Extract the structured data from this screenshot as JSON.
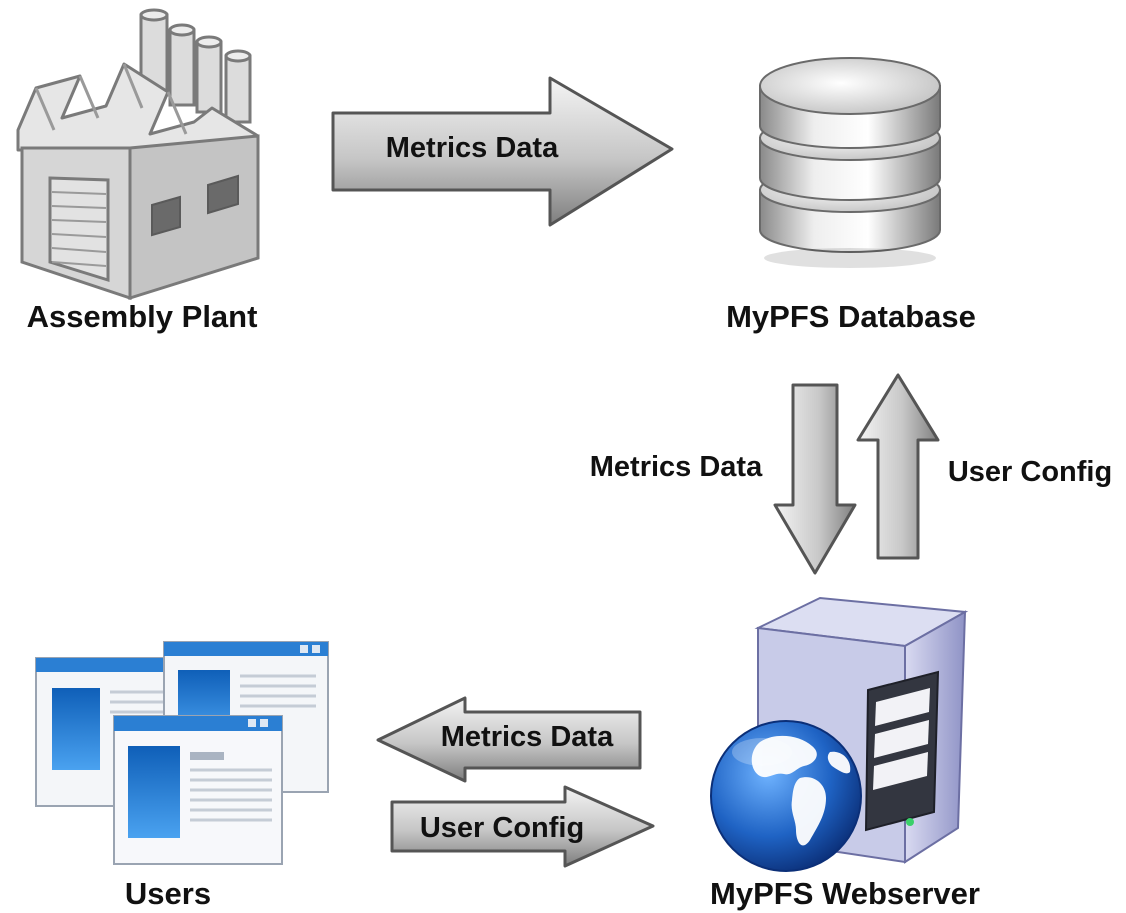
{
  "nodes": {
    "plant": {
      "label": "Assembly Plant",
      "icon": "factory-icon"
    },
    "database": {
      "label": "MyPFS Database",
      "icon": "database-icon"
    },
    "webserver": {
      "label": "MyPFS Webserver",
      "icon": "server-globe-icon"
    },
    "users": {
      "label": "Users",
      "icon": "browser-windows-icon"
    }
  },
  "edges": [
    {
      "from": "plant",
      "to": "database",
      "label": "Metrics Data"
    },
    {
      "from": "database",
      "to": "webserver",
      "label": "Metrics Data"
    },
    {
      "from": "webserver",
      "to": "database",
      "label": "User Config"
    },
    {
      "from": "webserver",
      "to": "users",
      "label": "Metrics Data"
    },
    {
      "from": "users",
      "to": "webserver",
      "label": "User Config"
    }
  ],
  "colors": {
    "arrow_light": "#f2f2f2",
    "arrow_dark": "#8c8c8c",
    "arrow_stroke": "#555555",
    "window_blue": "#1e73c8",
    "globe_blue": "#1a5fb4",
    "server_body": "#b9bce0"
  }
}
